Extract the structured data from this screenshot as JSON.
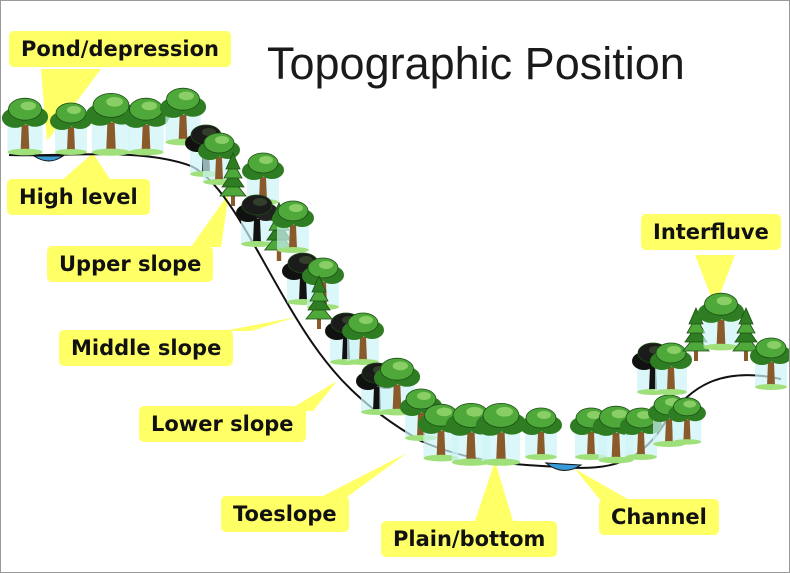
{
  "title": "Topographic Position",
  "labels": {
    "pond_depression": "Pond/depression",
    "high_level": "High level",
    "upper_slope": "Upper slope",
    "middle_slope": "Middle slope",
    "lower_slope": "Lower slope",
    "toeslope": "Toeslope",
    "plain_bottom": "Plain/bottom",
    "channel": "Channel",
    "interfluve": "Interfluve"
  },
  "colors": {
    "label_fill": "#ffff66",
    "water": "#3a9ad9",
    "canopy_green": "#4fa83a",
    "canopy_dark": "#2e7d22",
    "trunk": "#8b5a2b",
    "shrub_dark": "#111111",
    "sky_tint": "#cdf4f7"
  }
}
